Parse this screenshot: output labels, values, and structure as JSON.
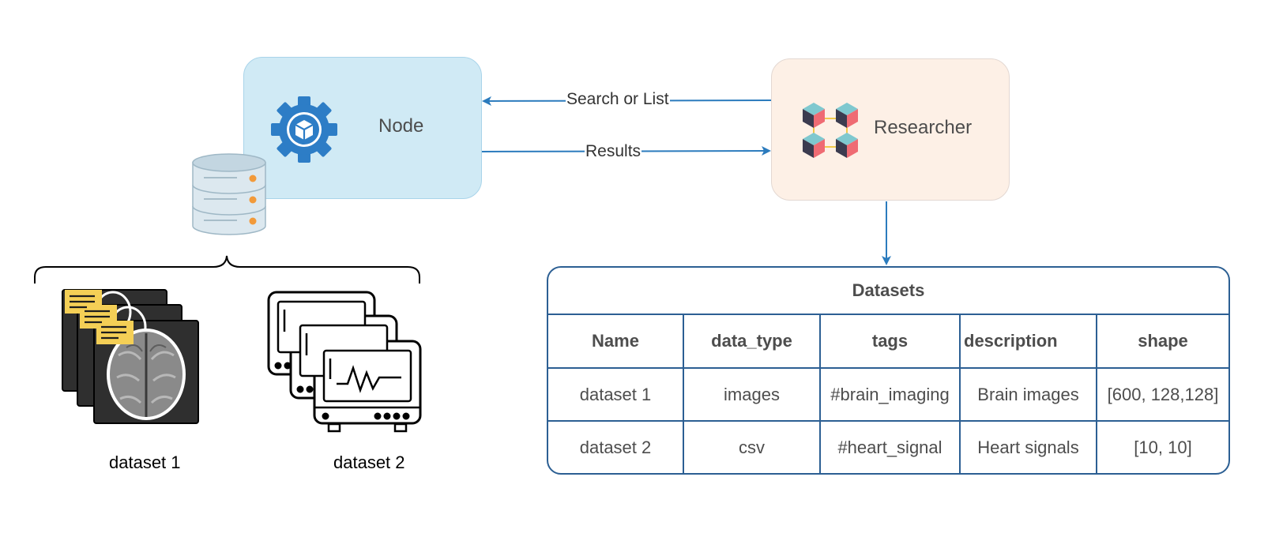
{
  "node": {
    "label": "Node",
    "icon": "gear-cube-icon"
  },
  "researcher": {
    "label": "Researcher",
    "icon": "connected-cubes-icon"
  },
  "edges": {
    "search": "Search or List",
    "results": "Results"
  },
  "storage": {
    "icon": "database-icon"
  },
  "datasets_local": [
    {
      "caption": "dataset 1",
      "icon": "brain-mri-scans-icon"
    },
    {
      "caption": "dataset 2",
      "icon": "heart-monitor-icon"
    }
  ],
  "table": {
    "title": "Datasets",
    "columns": [
      "Name",
      "data_type",
      "tags",
      "description",
      "shape"
    ],
    "rows": [
      [
        "dataset 1",
        "images",
        "#brain_imaging",
        "Brain images",
        "[600, 128,128]"
      ],
      [
        "dataset 2",
        "csv",
        "#heart_signal",
        "Heart signals",
        "[10, 10]"
      ]
    ]
  },
  "colors": {
    "arrow": "#2b7bbd",
    "table_border": "#2c5f93",
    "node_fill": "#d0eaf5",
    "researcher_fill": "#fdf0e6",
    "gear": "#2d7dc6"
  }
}
